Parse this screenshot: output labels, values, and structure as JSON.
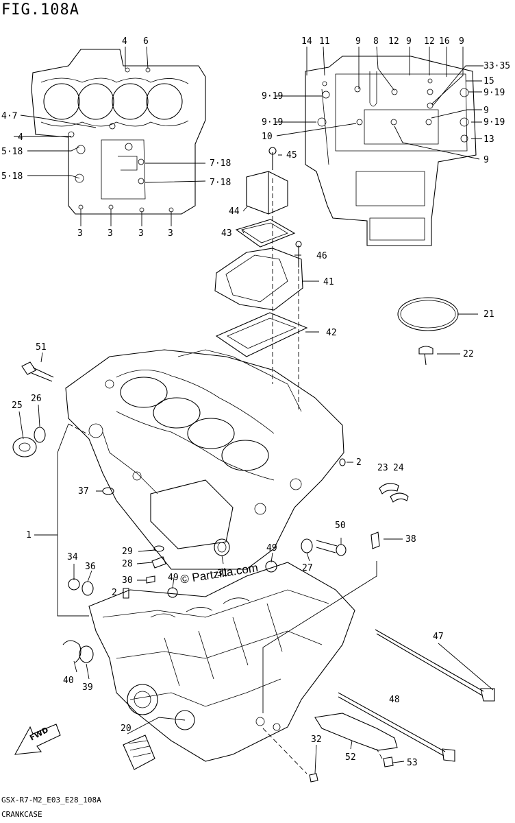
{
  "figure_title": "FIG.108A",
  "footer_code": "GSX-R7-M2_E03_E28_108A",
  "footer_name": "CRANKCASE",
  "watermark": "© Partzilla.com",
  "fwd_label": "FWD",
  "labels": [
    "4",
    "6",
    "4·7",
    "4",
    "5·18",
    "5·18",
    "3",
    "3",
    "3",
    "3",
    "7·18",
    "7·18",
    "14",
    "11",
    "9",
    "8",
    "12",
    "9",
    "12",
    "16",
    "9",
    "33·35",
    "15",
    "9·19",
    "9·19",
    "9",
    "9·19",
    "9·19",
    "10",
    "13",
    "9",
    "45",
    "44",
    "43",
    "46",
    "41",
    "42",
    "21",
    "22",
    "51",
    "25",
    "26",
    "2",
    "23",
    "24",
    "37",
    "1",
    "29",
    "28",
    "30",
    "2",
    "34",
    "36",
    "49",
    "31",
    "49",
    "27",
    "50",
    "38",
    "40",
    "39",
    "47",
    "20",
    "48",
    "32",
    "52",
    "53"
  ]
}
